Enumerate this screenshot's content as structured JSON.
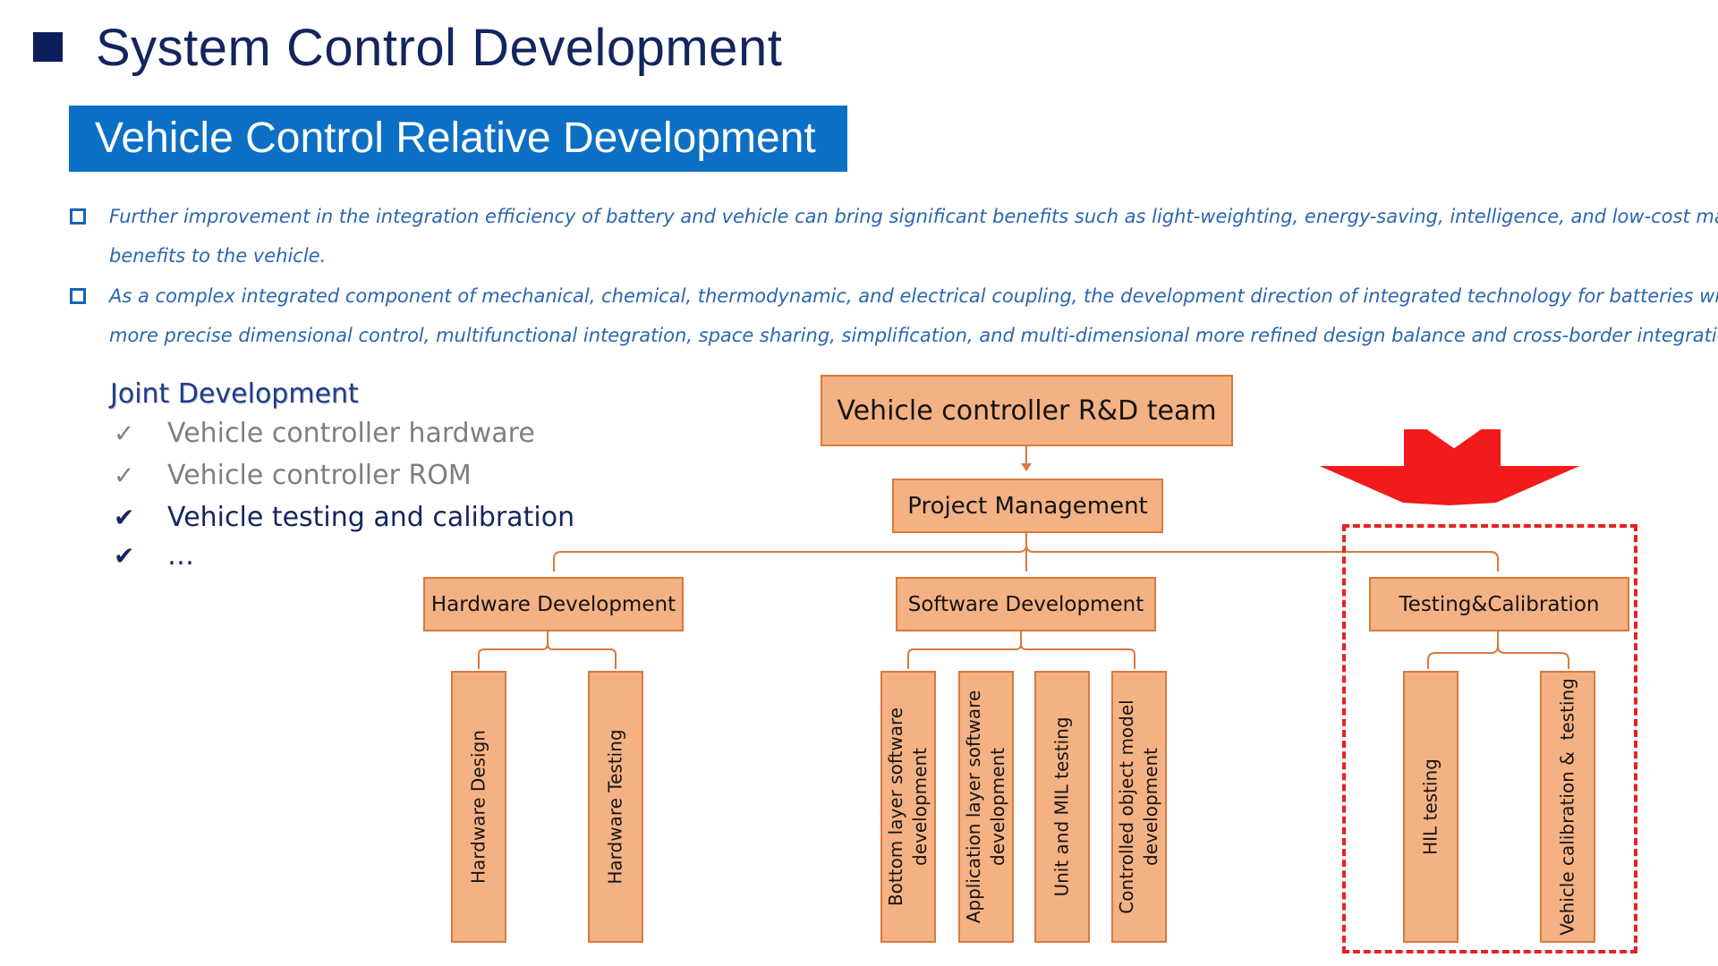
{
  "header": {
    "title": "System Control Development",
    "banner": "Vehicle Control Relative Development"
  },
  "bullets": [
    {
      "line1": "Further improvement in the integration efficiency of battery and vehicle can bring significant benefits such as light-weighting, energy-saving, intelligence, and low-cost marginal",
      "line2": "benefits to the vehicle."
    },
    {
      "line1": "As a complex integrated component of mechanical, chemical, thermodynamic, and electrical coupling, the development direction of integrated technology for batteries will involve",
      "line2": "more precise dimensional control, multifunctional integration, space sharing, simplification, and multi-dimensional more refined design balance and cross-border integration"
    }
  ],
  "joint": {
    "title": "Joint Development",
    "items": [
      {
        "mark": "✓",
        "label": "Vehicle controller hardware"
      },
      {
        "mark": "✓",
        "label": "Vehicle controller ROM"
      },
      {
        "mark": "✔",
        "label": "Vehicle testing and calibration"
      },
      {
        "mark": "✔",
        "label": "…"
      }
    ]
  },
  "org": {
    "root": "Vehicle controller R&D team",
    "pm": "Project Management",
    "hardware": {
      "label": "Hardware Development",
      "children": [
        "Hardware Design",
        "Hardware Testing"
      ]
    },
    "software": {
      "label": "Software Development",
      "children": [
        {
          "line1": "Bottom layer software",
          "line2": "development"
        },
        {
          "line1": "Application layer software",
          "line2": "development"
        },
        {
          "line1": "Unit and MIL testing",
          "line2": ""
        },
        {
          "line1": "Controlled object model",
          "line2": "development"
        }
      ]
    },
    "testing": {
      "label": "Testing&Calibration",
      "children": [
        "HIL testing",
        "Vehicle calibration &  testing"
      ]
    }
  },
  "colors": {
    "box_fill": "#f4b183",
    "box_border": "#d9793c",
    "banner": "#0b70c5",
    "highlight": "#e52222"
  }
}
